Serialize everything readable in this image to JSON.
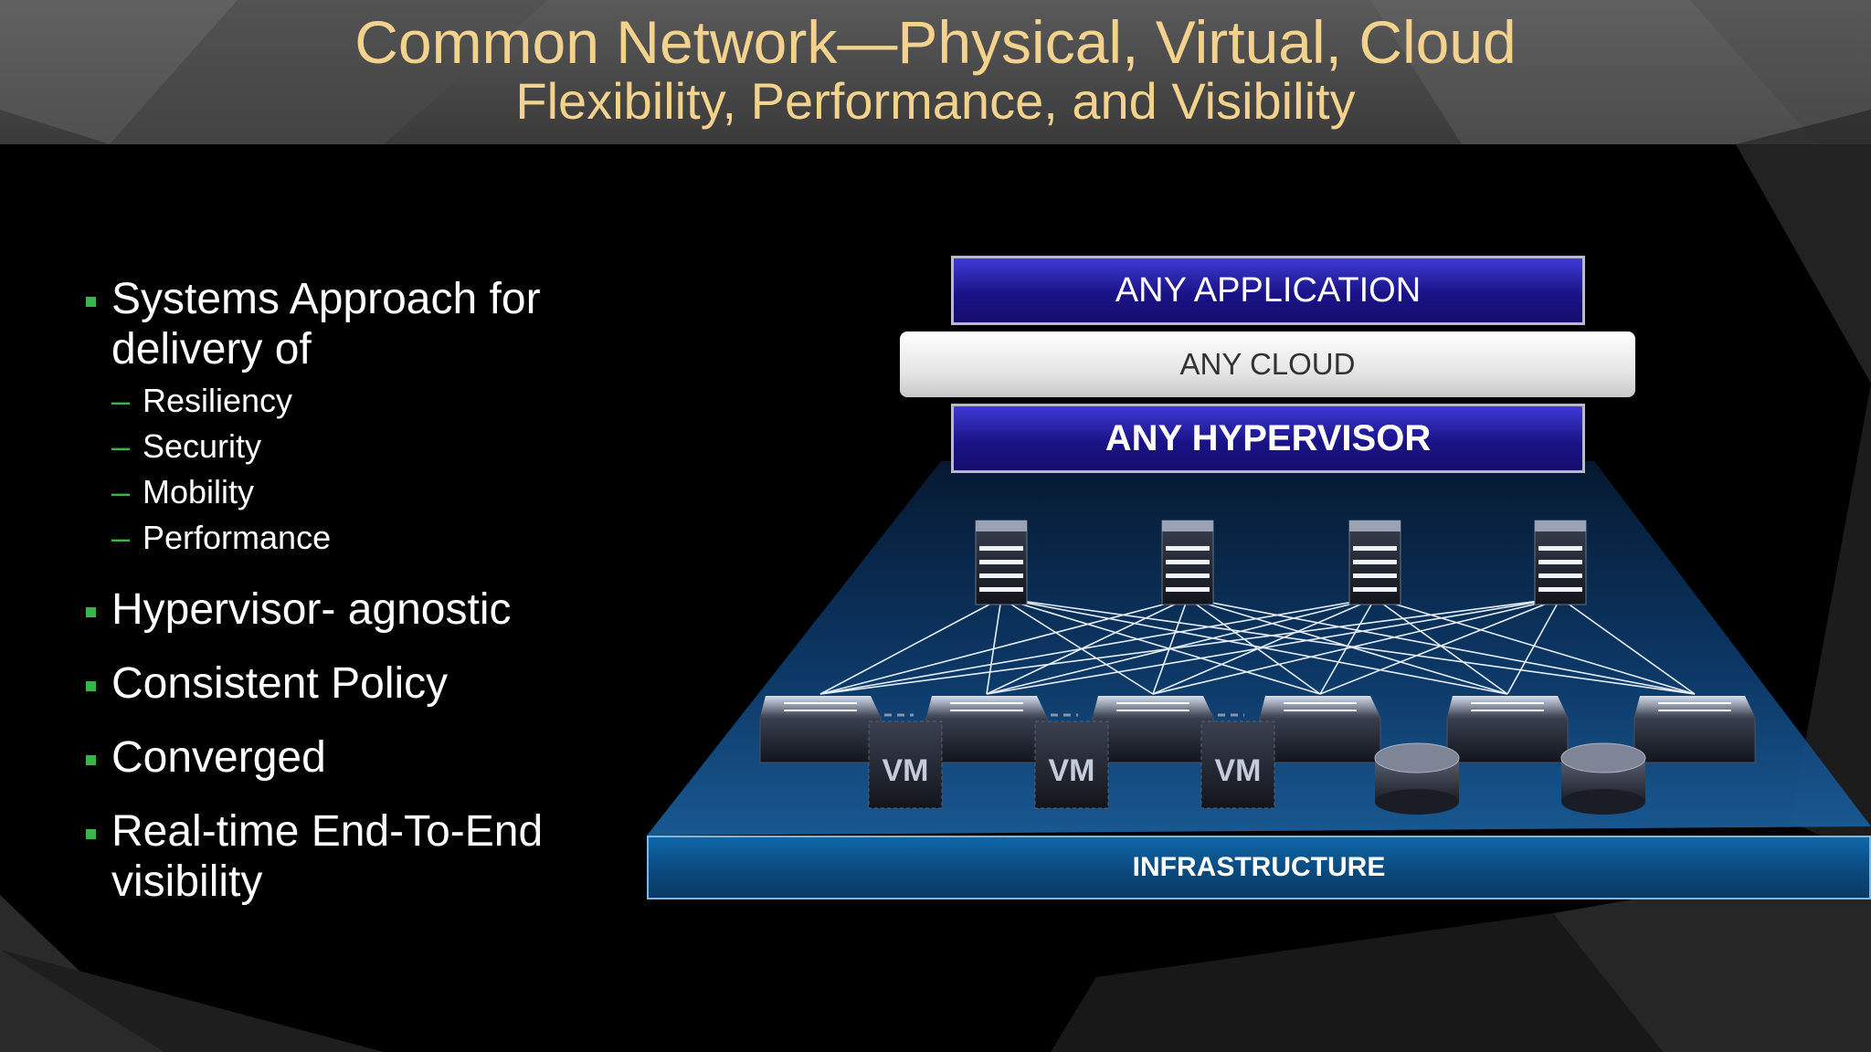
{
  "header": {
    "title": "Common Network—Physical, Virtual, Cloud",
    "subtitle": "Flexibility, Performance, and Visibility"
  },
  "bullets": {
    "b1": "Systems Approach for delivery of",
    "subs": [
      "Resiliency",
      "Security",
      "Mobility",
      "Performance"
    ],
    "b2": "Hypervisor- agnostic",
    "b3": "Consistent Policy",
    "b4": "Converged",
    "b5": "Real-time End-To-End visibility"
  },
  "diagram": {
    "layer_app": "ANY APPLICATION",
    "layer_cloud": "ANY CLOUD",
    "layer_hypervisor": "ANY HYPERVISOR",
    "vm_label": "VM",
    "infrastructure": "INFRASTRUCTURE"
  },
  "colors": {
    "title": "#f2d28c",
    "bullet_marker": "#3ab54a",
    "layer_blue": "#1a1388",
    "platform_blue": "#0a4a7f"
  }
}
